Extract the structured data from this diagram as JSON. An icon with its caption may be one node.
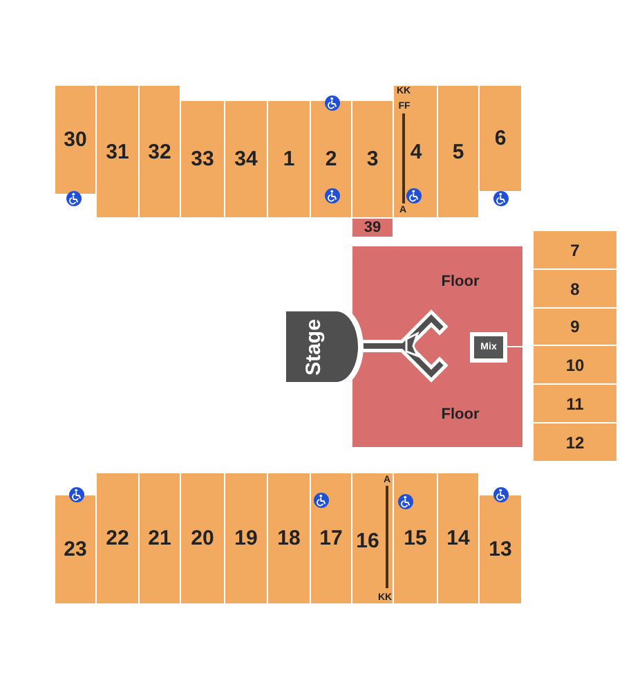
{
  "diagram": {
    "nodes": [
      {
        "text": [
          "30"
        ]
      },
      {
        "text": [
          "31"
        ]
      },
      {
        "text": [
          "32"
        ]
      },
      {
        "text": [
          "33"
        ]
      },
      {
        "text": [
          "34"
        ]
      },
      {
        "text": [
          "1"
        ]
      },
      {
        "text": [
          "2"
        ]
      },
      {
        "text": [
          "3"
        ]
      },
      {
        "text": [
          "KK",
          "FF",
          "4",
          "A"
        ]
      },
      {
        "text": [
          "5"
        ]
      },
      {
        "text": [
          "6"
        ]
      },
      {
        "text": [
          "39"
        ]
      },
      {
        "text": [
          "Floor"
        ]
      },
      {
        "text": [
          "Stage"
        ]
      },
      {
        "text": [
          "Mix"
        ]
      },
      {
        "text": [
          "Floor"
        ]
      },
      {
        "text": [
          "7"
        ]
      },
      {
        "text": [
          "8"
        ]
      },
      {
        "text": [
          "9"
        ]
      },
      {
        "text": [
          "10"
        ]
      },
      {
        "text": [
          "11"
        ]
      },
      {
        "text": [
          "12"
        ]
      },
      {
        "text": [
          "23"
        ]
      },
      {
        "text": [
          "22"
        ]
      },
      {
        "text": [
          "21"
        ]
      },
      {
        "text": [
          "20"
        ]
      },
      {
        "text": [
          "19"
        ]
      },
      {
        "text": [
          "18"
        ]
      },
      {
        "text": [
          "17"
        ]
      },
      {
        "text": [
          "A",
          "16",
          "KK"
        ]
      },
      {
        "text": [
          "15"
        ]
      },
      {
        "text": [
          "14"
        ]
      },
      {
        "text": [
          "13"
        ]
      }
    ]
  }
}
